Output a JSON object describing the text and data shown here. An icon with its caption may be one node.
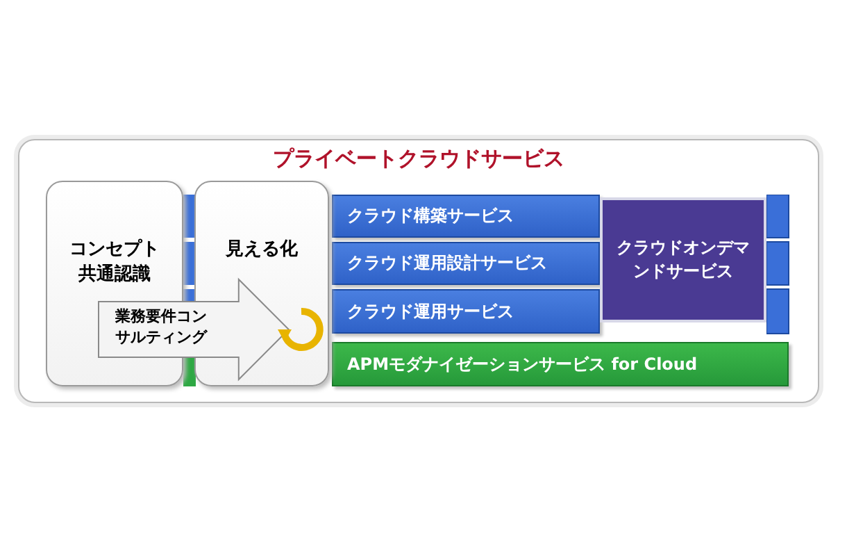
{
  "diagram": {
    "nodes": [
      {
        "text": [
          "プライベートクラウドサービス"
        ]
      },
      {
        "text": [
          "コンセプト共通認識"
        ],
        "in": 0
      },
      {
        "text": [
          "見える化"
        ],
        "in": 0
      },
      {
        "text": [
          "クラウド構築サービス"
        ],
        "in": 0
      },
      {
        "text": [
          "クラウド運用設計サービス"
        ],
        "in": 0
      },
      {
        "text": [
          "クラウド運用サービス"
        ],
        "in": 0
      },
      {
        "text": [
          "APMモダナイゼーションサービス for Cloud"
        ],
        "in": 0
      },
      {
        "text": [
          "クラウドオンデマンドサービス"
        ],
        "in": 0
      }
    ],
    "edges": [
      {
        "from": 1,
        "to": 2,
        "arrow": "to",
        "label": "業務要件コンサルティング"
      }
    ]
  }
}
